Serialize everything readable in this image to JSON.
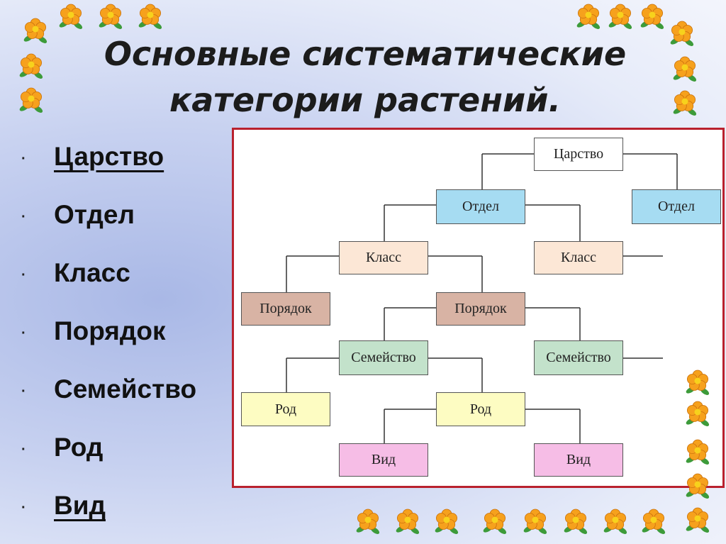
{
  "title": {
    "line1": "Основные систематические",
    "line2": "категории растений."
  },
  "bullet_glyph": "·",
  "bullets": [
    {
      "text": "Царство",
      "underlined": true
    },
    {
      "text": "Отдел",
      "underlined": false
    },
    {
      "text": "Класс",
      "underlined": false
    },
    {
      "text": "Порядок",
      "underlined": false
    },
    {
      "text": "Семейство",
      "underlined": false
    },
    {
      "text": "Род",
      "underlined": false
    },
    {
      "text": "Вид",
      "underlined": true
    }
  ],
  "diagram": {
    "border_color": "#b9212e",
    "nodes": {
      "kingdom": {
        "label": "Царство",
        "color": "#ffffff"
      },
      "division_1": {
        "label": "Отдел",
        "color": "#a6dcf2"
      },
      "division_2": {
        "label": "Отдел",
        "color": "#a6dcf2"
      },
      "class_1": {
        "label": "Класс",
        "color": "#fce7d6"
      },
      "class_2": {
        "label": "Класс",
        "color": "#fce7d6"
      },
      "order_1": {
        "label": "Порядок",
        "color": "#d8b3a4"
      },
      "order_2": {
        "label": "Порядок",
        "color": "#d8b3a4"
      },
      "family_1": {
        "label": "Семейство",
        "color": "#c3e2cb"
      },
      "family_2": {
        "label": "Семейство",
        "color": "#c3e2cb"
      },
      "genus_1": {
        "label": "Род",
        "color": "#fdfcc2"
      },
      "genus_2": {
        "label": "Род",
        "color": "#fdfcc2"
      },
      "species_1": {
        "label": "Вид",
        "color": "#f6bde6"
      },
      "species_2": {
        "label": "Вид",
        "color": "#f6bde6"
      }
    }
  },
  "decoration": {
    "flower_icon": "orange-flower-icon",
    "flower_color": "#f6a11d"
  }
}
